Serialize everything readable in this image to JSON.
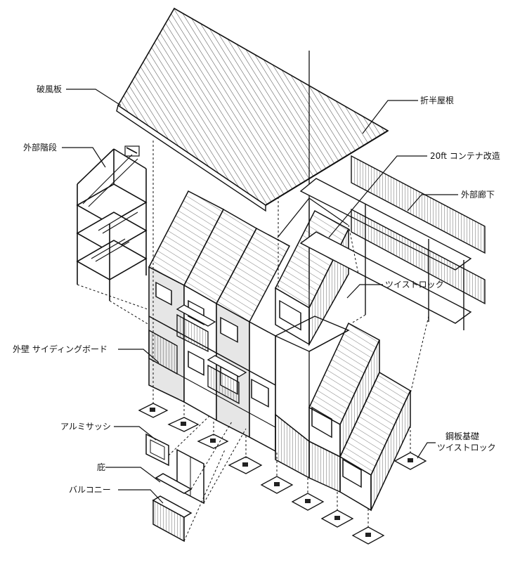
{
  "labels": {
    "fascia": "破風板",
    "stair": "外部階段",
    "siding": "外壁 サイディングボード",
    "sash": "アルミサッシ",
    "eave": "庇",
    "balcony": "バルコニー",
    "roof": "折半屋根",
    "container": "20ft コンテナ改造",
    "corridor": "外部廊下",
    "twistlock": "ツイストロック",
    "foundation_1": "鋼板基礎",
    "foundation_2": "ツイストロック"
  },
  "colors": {
    "line": "#111111",
    "wall": "#e6e6e6",
    "bg": "#ffffff"
  }
}
